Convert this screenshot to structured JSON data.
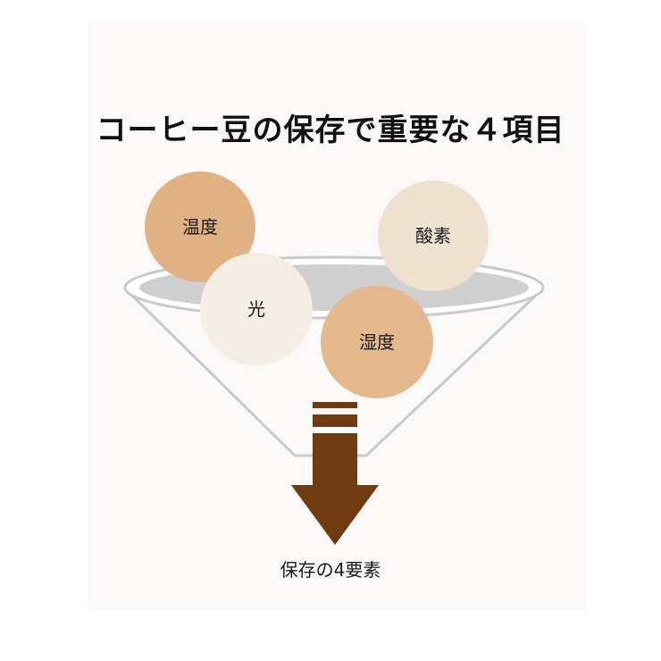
{
  "title": "コーヒー豆の保存で重要な４項目",
  "items": [
    {
      "label": "温度",
      "color": "#e0b183"
    },
    {
      "label": "酸素",
      "color": "#eee1d0"
    },
    {
      "label": "光",
      "color": "#f4ede3"
    },
    {
      "label": "湿度",
      "color": "#e3b88d"
    }
  ],
  "caption": "保存の4要素",
  "colors": {
    "funnel_outline": "#c9c9c9",
    "funnel_opening": "#cfcfcf",
    "arrow": "#6e3a0f",
    "background_panel": "#faf9f8"
  }
}
